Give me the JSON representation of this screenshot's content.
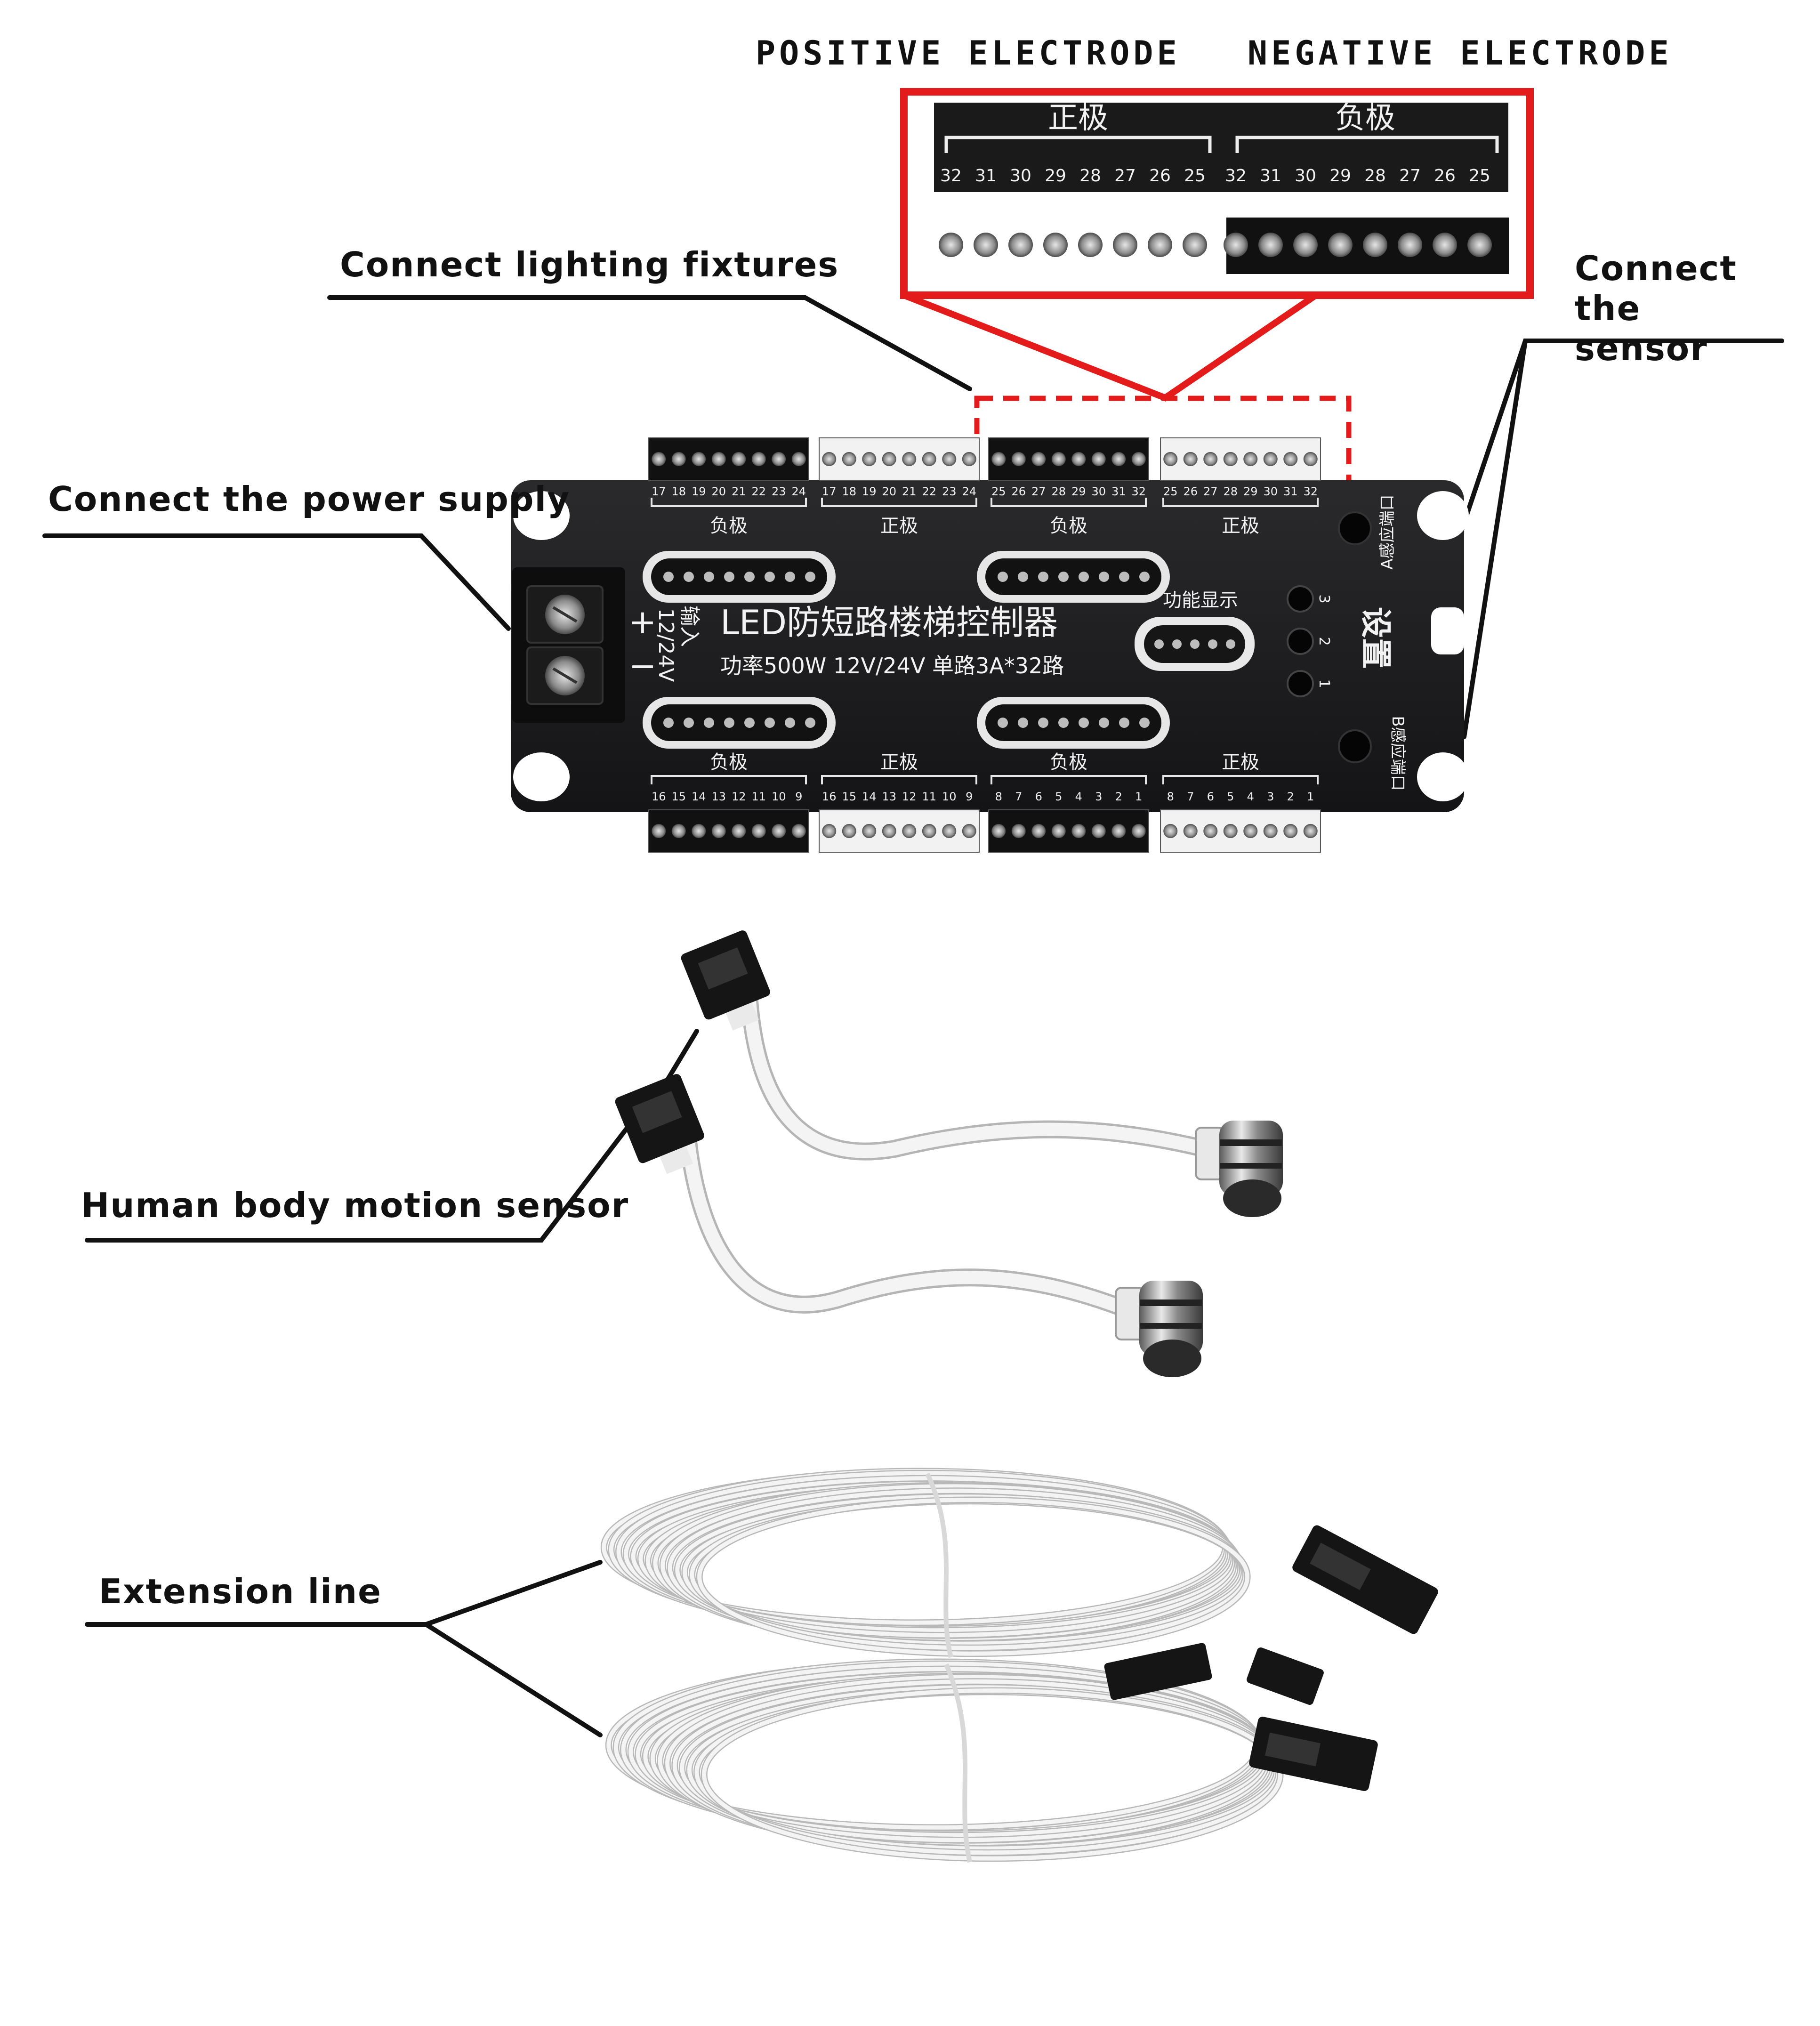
{
  "labels": {
    "positive_electrode": "POSITIVE ELECTRODE",
    "negative_electrode": "NEGATIVE ELECTRODE",
    "connect_lighting": "Connect lighting fixtures",
    "connect_sensor": "Connect the sensor",
    "connect_power": "Connect the power supply",
    "motion_sensor": "Human body motion sensor",
    "extension_line": "Extension line"
  },
  "device": {
    "title": "LED防短路楼梯控制器",
    "spec": "功率500W 12V/24V 单路3A*32路",
    "input_label": "输入",
    "input_voltage": "12/24V",
    "plus": "+",
    "minus": "−",
    "function_display": "功能显示",
    "settings": "设置",
    "port_a": "A感应端口",
    "port_b": "B感应端口",
    "negative": "负极",
    "positive": "正极",
    "button_numbers": [
      "3",
      "2",
      "1"
    ]
  },
  "zoom_inset": {
    "positive_label": "正极",
    "negative_label": "负极",
    "positive_numbers": [
      "32",
      "31",
      "30",
      "29",
      "28",
      "27",
      "26",
      "25"
    ],
    "negative_numbers": [
      "32",
      "31",
      "30",
      "29",
      "28",
      "27",
      "26",
      "25"
    ]
  },
  "terminal_numbers": {
    "top_neg_left": [
      "17",
      "18",
      "19",
      "20",
      "21",
      "22",
      "23",
      "24"
    ],
    "top_pos_left": [
      "17",
      "18",
      "19",
      "20",
      "21",
      "22",
      "23",
      "24"
    ],
    "top_neg_right": [
      "25",
      "26",
      "27",
      "28",
      "29",
      "30",
      "31",
      "32"
    ],
    "top_pos_right": [
      "25",
      "26",
      "27",
      "28",
      "29",
      "30",
      "31",
      "32"
    ],
    "bottom_neg_left": [
      "16",
      "15",
      "14",
      "13",
      "12",
      "11",
      "10",
      "9"
    ],
    "bottom_pos_left": [
      "16",
      "15",
      "14",
      "13",
      "12",
      "11",
      "10",
      "9"
    ],
    "bottom_neg_right": [
      "8",
      "7",
      "6",
      "5",
      "4",
      "3",
      "2",
      "1"
    ],
    "bottom_pos_right": [
      "8",
      "7",
      "6",
      "5",
      "4",
      "3",
      "2",
      "1"
    ]
  },
  "colors": {
    "device_body": "#1c1c1e",
    "highlight_red": "#e31b1b",
    "terminal_black": "#111111",
    "terminal_white": "#f2f2f2",
    "cable_white": "#f4f4f4",
    "cable_shadow": "#b8b8b8",
    "connector_black": "#151515",
    "sensor_metal": "#9a9a9a"
  }
}
